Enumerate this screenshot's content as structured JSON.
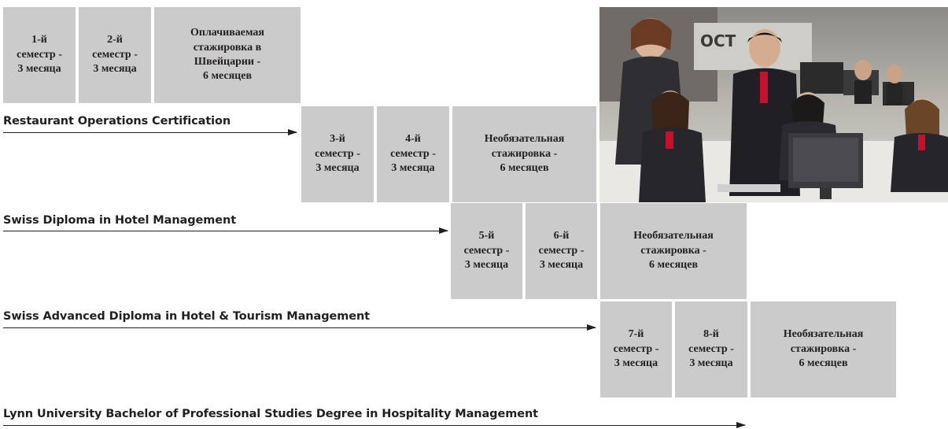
{
  "rows": [
    {
      "boxes": [
        "1-й\nсеместр -\n3 месяца",
        "2-й\nсеместр -\n3 месяца",
        "Оплачиваемая\nстажировка в\nШвейцарии -\n6 месяцев"
      ],
      "label": "Restaurant Operations Certification"
    },
    {
      "boxes": [
        "3-й\nсеместр -\n3 месяца",
        "4-й\nсеместр -\n3 месяца",
        "Необязательная\nстажировка -\n6 месяцев"
      ],
      "label": "Swiss Diploma in Hotel Management"
    },
    {
      "boxes": [
        "5-й\nсеместр -\n3 месяца",
        "6-й\nсеместр -\n3 месяца",
        "Необязательная\nстажировка -\n6 месяцев"
      ],
      "label": "Swiss Advanced Diploma in Hotel & Tourism Management"
    },
    {
      "boxes": [
        "7-й\nсеместр -\n3 месяца",
        "8-й\nсеместр -\n3 месяца",
        "Необязательная\nстажировка -\n6 месяцев"
      ],
      "label": "Lynn University Bachelor of Professional Studies Degree in Hospitality Management"
    }
  ],
  "photo": {
    "sign_text": "ОСТ",
    "colors": {
      "box": "#cbcbcb",
      "text": "#231f20",
      "tie": "#c8102e"
    }
  }
}
